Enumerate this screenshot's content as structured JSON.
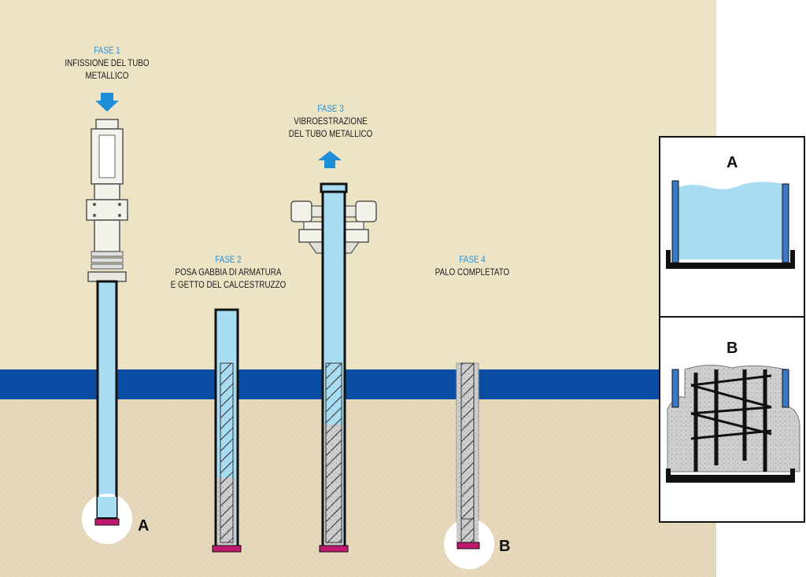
{
  "colors": {
    "sky": "#ede3c5",
    "ground": "#e8dcc0",
    "water_band": "#0a4da3",
    "tube": "#a8dcf2",
    "arrow": "#1f8ed8",
    "phase_title": "#2a8fd0",
    "base_plate": "#c0186e"
  },
  "phases": [
    {
      "title": "FASE 1",
      "lines": [
        "INFISSIONE DEL TUBO",
        "METALLICO"
      ]
    },
    {
      "title": "FASE 2",
      "lines": [
        "POSA GABBIA DI ARMATURA",
        "E GETTO DEL CALCESTRUZZO"
      ]
    },
    {
      "title": "FASE 3",
      "lines": [
        "VIBROESTRAZIONE",
        "DEL TUBO METALLICO"
      ]
    },
    {
      "title": "FASE 4",
      "lines": [
        "PALO COMPLETATO"
      ]
    }
  ],
  "details": [
    {
      "letter": "A"
    },
    {
      "letter": "B"
    }
  ],
  "icons": [
    "arrow-down-icon",
    "arrow-up-icon"
  ]
}
